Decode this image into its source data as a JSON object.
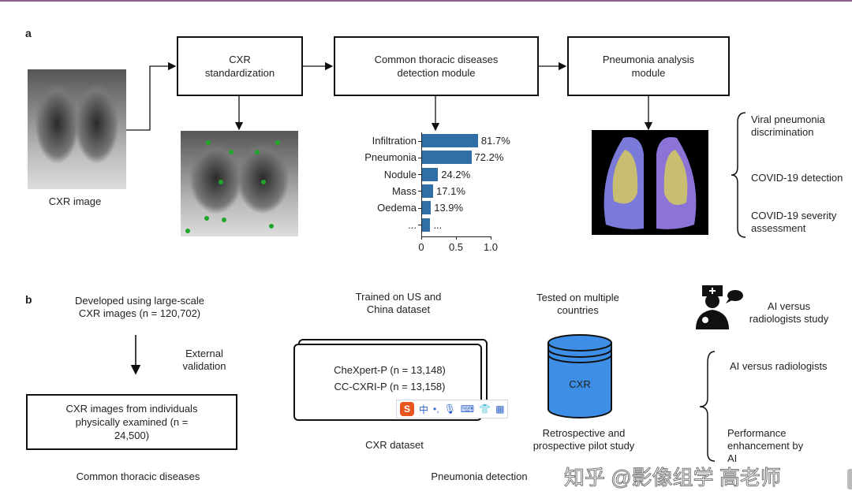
{
  "panel_a": {
    "letter": "a",
    "cxr_image_label": "CXR image",
    "box_standardization": "CXR standardization",
    "box_detection": "Common thoracic diseases detection module",
    "box_pneumonia": "Pneumonia analysis module",
    "outcomes": [
      "Viral pneumonia discrimination",
      "COVID-19 detection",
      "COVID-19 severity assessment"
    ]
  },
  "chart_data": {
    "type": "bar",
    "orientation": "horizontal",
    "categories": [
      "Infiltration",
      "Pneumonia",
      "Nodule",
      "Mass",
      "Oedema",
      "..."
    ],
    "values": [
      0.817,
      0.722,
      0.242,
      0.171,
      0.139,
      0.13
    ],
    "data_labels": [
      "81.7%",
      "72.2%",
      "24.2%",
      "17.1%",
      "13.9%",
      "..."
    ],
    "xticks": [
      "0",
      "0.5",
      "1.0"
    ],
    "xlim": [
      0,
      1.0
    ],
    "color": "#2f6fa6"
  },
  "panel_b": {
    "letter": "b",
    "developed": "Developed using large-scale CXR images (n = 120,702)",
    "external_validation": "External validation",
    "box_individuals": "CXR images from individuals physically examined (n = 24,500)",
    "common_thoracic": "Common thoracic diseases",
    "trained_on": "Trained on US and China dataset",
    "dataset_lines": [
      "CheXpert-P (n = 13,148)",
      "CC-CXRI-P (n = 13,158)"
    ],
    "cxr_dataset": "CXR dataset",
    "tested_on": "Tested on multiple countries",
    "cylinder_label": "CXR",
    "retrospective": "Retrospective and prospective pilot study",
    "pneumonia_detection": "Pneumonia detection",
    "ai_study": "AI versus radiologists study",
    "ai_vs_radiologists": "AI versus radiologists",
    "performance": "Performance enhancement by AI"
  },
  "ime_toolbar": {
    "logo": "S",
    "lang": "中",
    "punct": "•,",
    "icons": [
      "microphone-icon",
      "keyboard-icon",
      "skin-icon",
      "toolbox-icon"
    ]
  },
  "watermark": "知乎 @影像组学 高老师",
  "colors": {
    "accent_line": "#8e5e8e",
    "cylinder": "#3d8ee6",
    "bars": "#2f6fa6"
  }
}
